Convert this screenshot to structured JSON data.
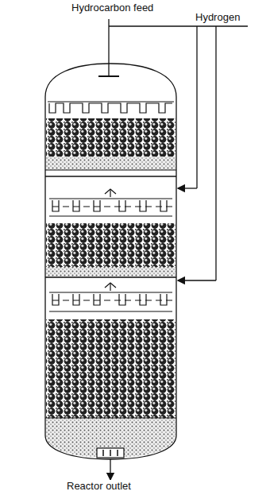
{
  "diagram": {
    "labels": [
      "Hydrocarbon feed",
      "Hydrogen",
      "Reactor outlet"
    ]
  }
}
